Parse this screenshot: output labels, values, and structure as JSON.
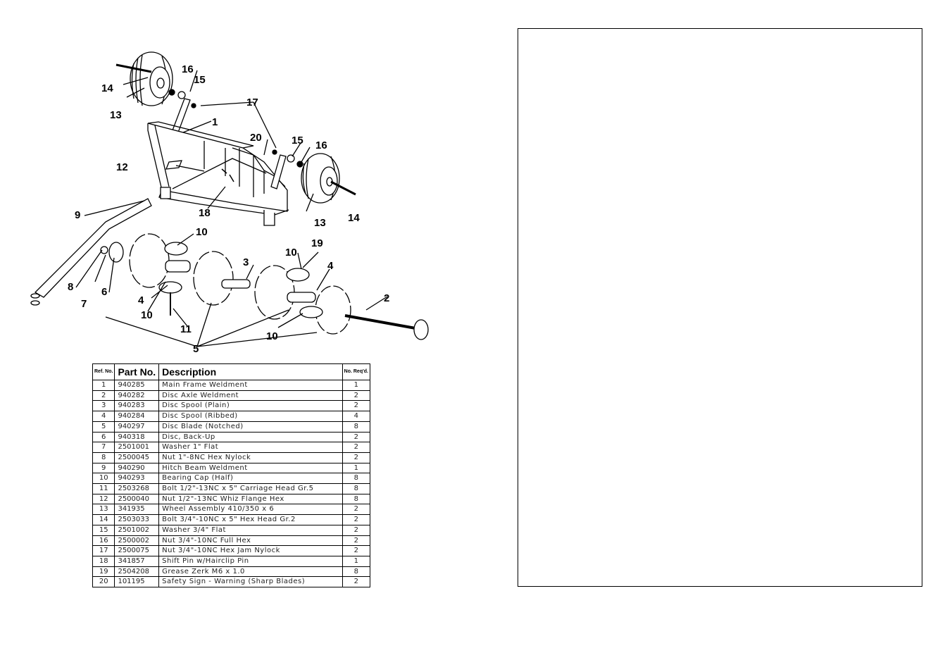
{
  "table": {
    "headers": {
      "ref": "Ref. No.",
      "part": "Part No.",
      "desc": "Description",
      "qty": "No. Req'd."
    },
    "rows": [
      {
        "ref": "1",
        "part": "940285",
        "desc": "Main Frame Weldment",
        "qty": "1"
      },
      {
        "ref": "2",
        "part": "940282",
        "desc": "Disc Axle Weldment",
        "qty": "2"
      },
      {
        "ref": "3",
        "part": "940283",
        "desc": "Disc Spool (Plain)",
        "qty": "2"
      },
      {
        "ref": "4",
        "part": "940284",
        "desc": "Disc Spool (Ribbed)",
        "qty": "4"
      },
      {
        "ref": "5",
        "part": "940297",
        "desc": "Disc Blade (Notched)",
        "qty": "8"
      },
      {
        "ref": "6",
        "part": "940318",
        "desc": "Disc, Back-Up",
        "qty": "2"
      },
      {
        "ref": "7",
        "part": "2501001",
        "desc": "Washer 1\" Flat",
        "qty": "2"
      },
      {
        "ref": "8",
        "part": "2500045",
        "desc": "Nut 1\"-8NC Hex Nylock",
        "qty": "2"
      },
      {
        "ref": "9",
        "part": "940290",
        "desc": "Hitch Beam Weldment",
        "qty": "1"
      },
      {
        "ref": "10",
        "part": "940293",
        "desc": "Bearing Cap (Half)",
        "qty": "8"
      },
      {
        "ref": "11",
        "part": "2503268",
        "desc": "Bolt 1/2\"-13NC x 5\" Carriage Head Gr.5",
        "qty": "8"
      },
      {
        "ref": "12",
        "part": "2500040",
        "desc": "Nut 1/2\"-13NC Whiz Flange Hex",
        "qty": "8"
      },
      {
        "ref": "13",
        "part": "341935",
        "desc": "Wheel Assembly 410/350 x 6",
        "qty": "2"
      },
      {
        "ref": "14",
        "part": "2503033",
        "desc": "Bolt 3/4\"-10NC x 5\" Hex Head Gr.2",
        "qty": "2"
      },
      {
        "ref": "15",
        "part": "2501002",
        "desc": "Washer 3/4\" Flat",
        "qty": "2"
      },
      {
        "ref": "16",
        "part": "2500002",
        "desc": "Nut 3/4\"-10NC Full Hex",
        "qty": "2"
      },
      {
        "ref": "17",
        "part": "2500075",
        "desc": "Nut 3/4\"-10NC Hex Jam Nylock",
        "qty": "2"
      },
      {
        "ref": "18",
        "part": "341857",
        "desc": "Shift Pin w/Hairclip Pin",
        "qty": "1"
      },
      {
        "ref": "19",
        "part": "2504208",
        "desc": "Grease Zerk M6 x 1.0",
        "qty": "8"
      },
      {
        "ref": "20",
        "part": "101195",
        "desc": "Safety Sign - Warning (Sharp Blades)",
        "qty": "2"
      }
    ]
  },
  "diagram": {
    "callouts": {
      "c1": "1",
      "c2": "2",
      "c3": "3",
      "c4a": "4",
      "c4b": "4",
      "c5": "5",
      "c6": "6",
      "c7": "7",
      "c8": "8",
      "c9": "9",
      "c10a": "10",
      "c10b": "10",
      "c10c": "10",
      "c10d": "10",
      "c11": "11",
      "c12": "12",
      "c13a": "13",
      "c13b": "13",
      "c14a": "14",
      "c14b": "14",
      "c15a": "15",
      "c15b": "15",
      "c16a": "16",
      "c16b": "16",
      "c17": "17",
      "c18": "18",
      "c19": "19",
      "c20": "20"
    }
  }
}
